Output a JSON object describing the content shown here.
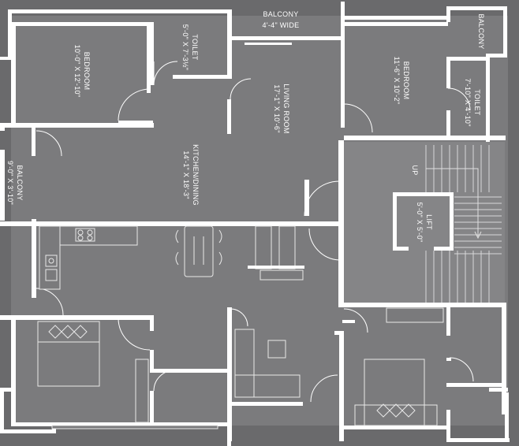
{
  "rooms": {
    "bedroom_left": {
      "name": "BEDROOM",
      "size": "10'-0\" X 12'-10\""
    },
    "toilet_left": {
      "name": "TOILET",
      "size": "5'-0\" X 7'-3½\""
    },
    "balcony_top": {
      "name": "BALCONY",
      "size": "4'-4\" WIDE"
    },
    "living_room": {
      "name": "LIVING ROOM",
      "size": "17'-1\" X 10'-6\""
    },
    "bedroom_right": {
      "name": "BEDROOM",
      "size": "11'-6\" X 10'-2\""
    },
    "balcony_right": {
      "name": "BALCONY"
    },
    "toilet_right": {
      "name": "TOILET",
      "size": "7'-10\" X 4'-10\""
    },
    "kitchen_dining": {
      "name": "KITCHEN/DINING",
      "size": "14'-1\" X 18'-3\""
    },
    "balcony_left": {
      "name": "BALCONY",
      "size": "9'-0\" X 3'-10\""
    },
    "lift": {
      "name": "LIFT",
      "size": "5'-0\" X 5'-0\""
    },
    "stair": {
      "label": "UP"
    }
  },
  "colors": {
    "floor": "#7b7b7d",
    "wall": "#ffffff",
    "background": "#6a6a6c",
    "stair_hall": "#858587"
  }
}
